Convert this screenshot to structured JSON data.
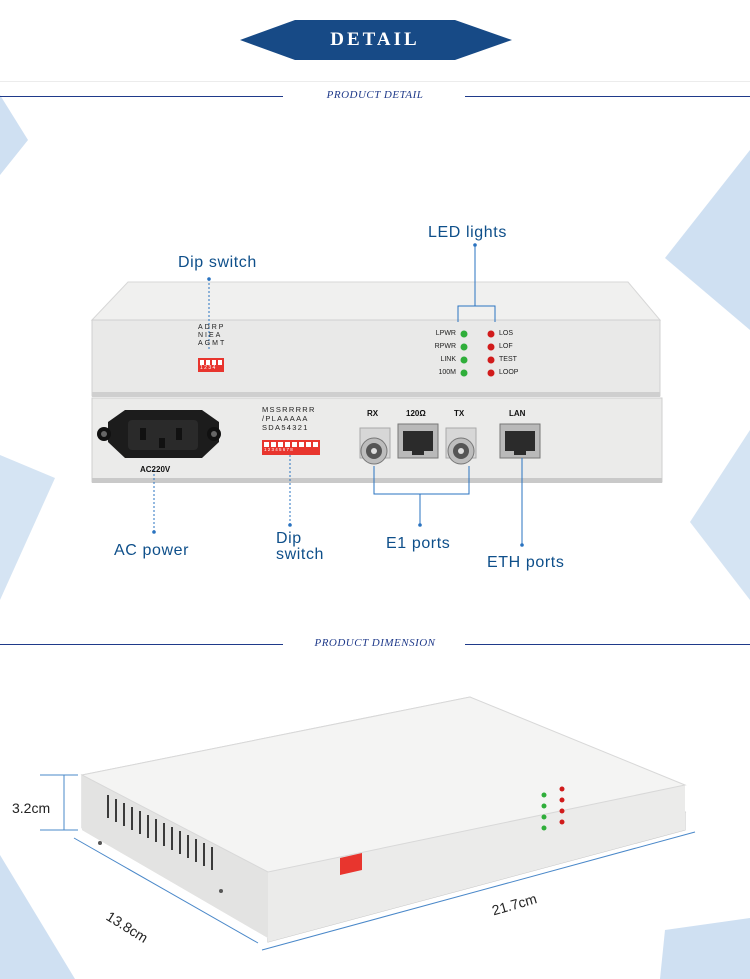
{
  "banner": {
    "title": "DETAIL"
  },
  "sections": {
    "detail": "PRODUCT DETAIL",
    "dimension": "PRODUCT DIMENSION"
  },
  "callouts": {
    "led_lights": "LED lights",
    "dip_switch_top": "Dip switch",
    "ac_power": "AC power",
    "dip_switch_bottom_1": "Dip",
    "dip_switch_bottom_2": "switch",
    "e1_ports": "E1 ports",
    "eth_ports": "ETH ports"
  },
  "front_panel": {
    "dip_cols": [
      "ADRP",
      "NIEA",
      "AGMT"
    ],
    "dip_nums": "1 2 3 4",
    "led_left": [
      "LPWR",
      "RPWR",
      "LINK",
      "100M"
    ],
    "led_right": [
      "LOS",
      "LOF",
      "TEST",
      "LOOP"
    ]
  },
  "rear_panel": {
    "ac_label": "AC220V",
    "dip8_row1": "MSSRRRRR",
    "dip8_row2": "/PLAAAAA",
    "dip8_row3": "SDA54321",
    "dip8_nums": "1 2 3 4 5 6 7 8",
    "rx": "RX",
    "ohm": "120Ω",
    "tx": "TX",
    "lan": "LAN"
  },
  "dimensions": {
    "height": "3.2cm",
    "depth": "13.8cm",
    "width": "21.7cm"
  },
  "colors": {
    "banner_navy": "#174a86",
    "led_green": "#2fae3a",
    "led_red": "#d11b1b",
    "dip_red": "#e8352e",
    "accent_blue": "#0e4f8a",
    "tri_blue": "#cfe0f2"
  }
}
